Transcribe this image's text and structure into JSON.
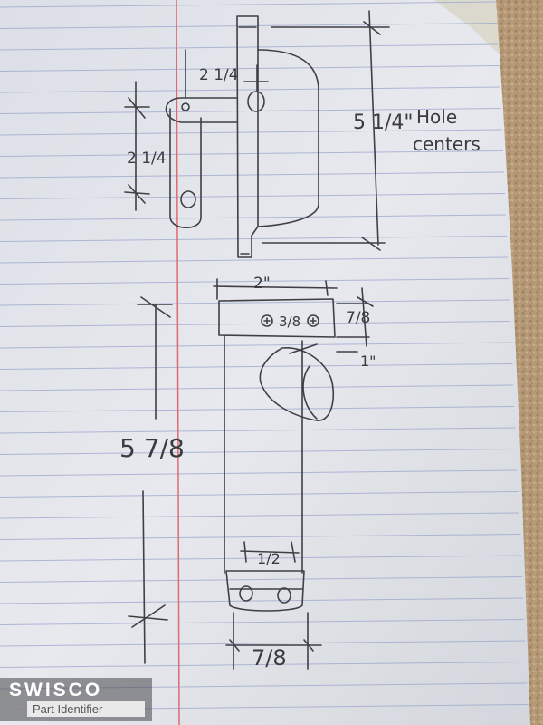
{
  "notes": {
    "top_width": "2 1/4",
    "top_height": "2 1/4",
    "top_span": "5 1/4\"",
    "top_span_note_1": "Hole",
    "top_span_note_2": "centers",
    "bottom_width": "2\"",
    "bottom_hole_spacing": "3/8",
    "bottom_flange": "7/8",
    "bottom_offset": "1\"",
    "bottom_length": "5 7/8",
    "bottom_holes_spacing": "1/2",
    "bottom_base_width": "7/8"
  },
  "watermark": {
    "brand": "SWISCO",
    "caption": "Part Identifier"
  }
}
